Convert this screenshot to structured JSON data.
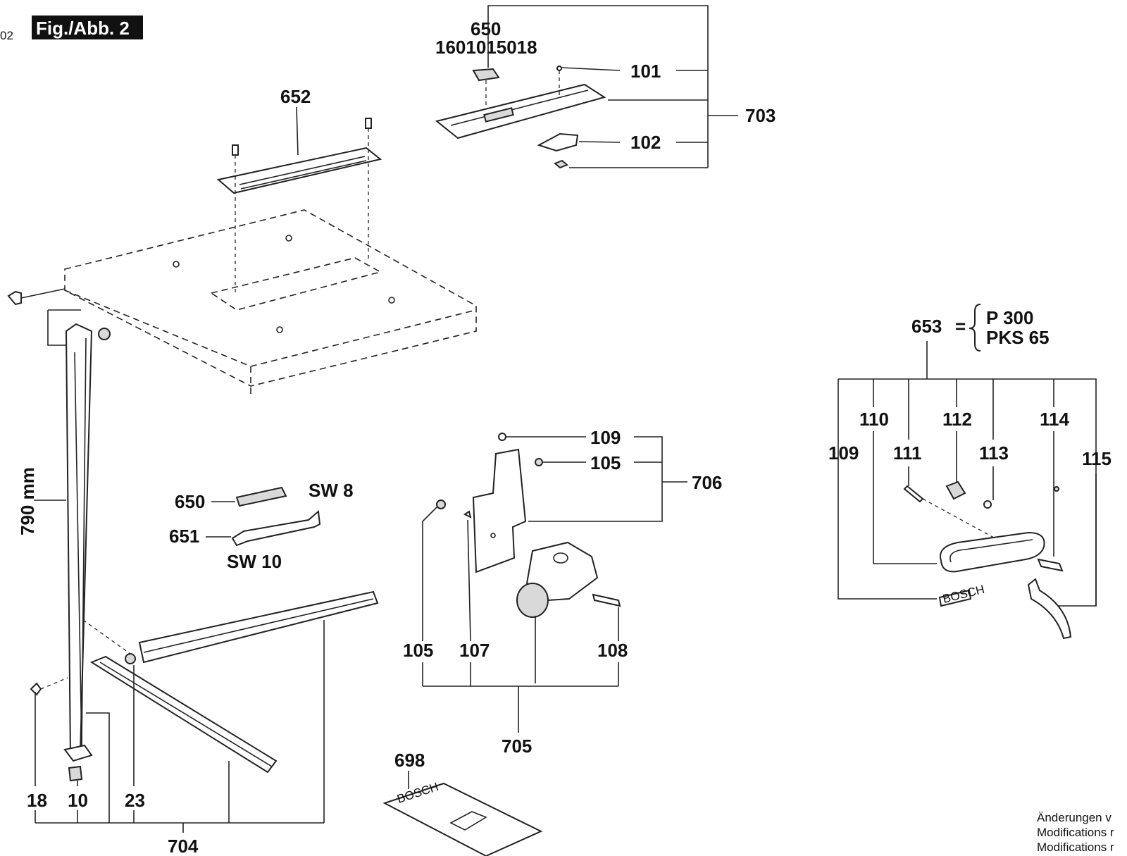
{
  "page_id": "02",
  "figure_title": "Fig./Abb. 2",
  "labels": {
    "l650_top": "650",
    "l1601015018": "1601015018",
    "l101": "101",
    "l703": "703",
    "l102": "102",
    "l652": "652",
    "l653": "653",
    "l653_eq": "=",
    "l653_opt1": "P 300",
    "l653_opt2": "PKS 65",
    "l110": "110",
    "l112": "112",
    "l114": "114",
    "l109_r": "109",
    "l111": "111",
    "l113": "113",
    "l115": "115",
    "l790": "790 mm",
    "l650_mid": "650",
    "lsw8": "SW 8",
    "l651": "651",
    "lsw10": "SW 10",
    "l109_c": "109",
    "l105_c": "105",
    "l706": "706",
    "l105_b": "105",
    "l107": "107",
    "l108": "108",
    "l705": "705",
    "l698": "698",
    "l18": "18",
    "l10": "10",
    "l23": "23",
    "l704": "704",
    "manual_brand": "BOSCH",
    "plate_brand": "BOSCH"
  },
  "footer_notes": [
    "Änderungen v",
    "Modifications r",
    "Modifications r"
  ]
}
